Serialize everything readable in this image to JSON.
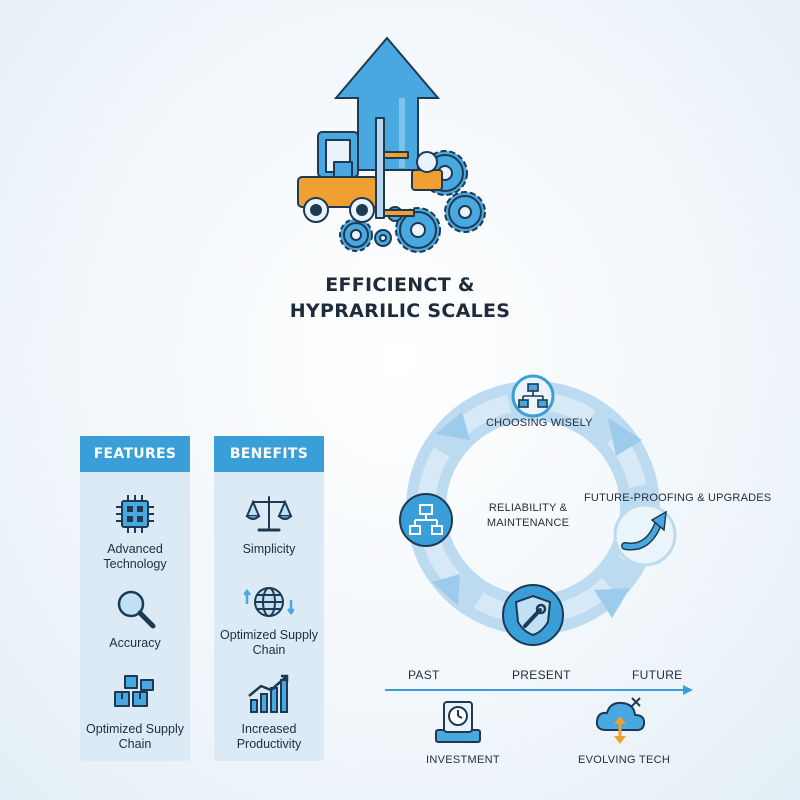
{
  "title": {
    "line1": "EFFICIENCT &",
    "line2": "HYPRARILIC SCALES"
  },
  "features": {
    "header": "FEATURES",
    "items": [
      {
        "label": "Advanced Technology",
        "icon": "chip-icon"
      },
      {
        "label": "Accuracy",
        "icon": "magnifier-icon"
      },
      {
        "label": "Optimized Supply Chain",
        "icon": "boxes-icon"
      }
    ]
  },
  "benefits": {
    "header": "BENEFITS",
    "items": [
      {
        "label": "Simplicity",
        "icon": "balance-scale-icon"
      },
      {
        "label": "Optimized Supply Chain",
        "icon": "globe-arrows-icon"
      },
      {
        "label": "Increased Productivity",
        "icon": "growth-chart-icon"
      }
    ]
  },
  "cycle": {
    "top": "CHOOSING WISELY",
    "center_line1": "RELIABILITY &",
    "center_line2": "MAINTENANCE",
    "right": "FUTURE-PROOFING & UPGRADES"
  },
  "timeline": {
    "past": "PAST",
    "present": "PRESENT",
    "future": "FUTURE",
    "left_item": "INVESTMENT",
    "right_item": "EVOLVING TECH"
  },
  "colors": {
    "accent": "#3a9fd9",
    "dark": "#1e3a52",
    "orange": "#f0a030",
    "panel": "#dceaf6"
  }
}
